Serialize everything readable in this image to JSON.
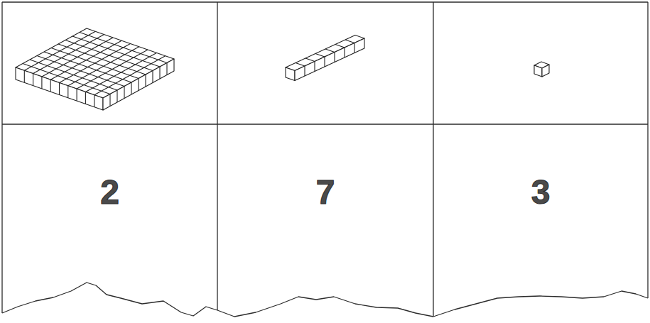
{
  "diagram": {
    "nodes": [
      {
        "text": [
          "2"
        ]
      },
      {
        "text": [
          "7"
        ]
      },
      {
        "text": [
          "3"
        ]
      }
    ]
  }
}
